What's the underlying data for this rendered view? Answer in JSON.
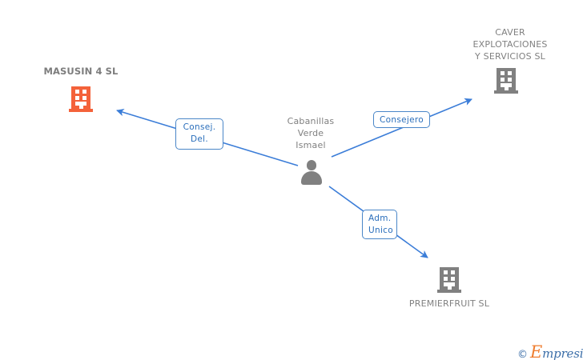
{
  "diagram": {
    "background_color": "#ffffff",
    "edge_color": "#3b7dd8",
    "company_icon_colors": {
      "highlight": "#f4623a",
      "normal": "#808080"
    },
    "person_icon_color": "#808080",
    "nodes": [
      {
        "id": "masusin",
        "type": "company",
        "label": "MASUSIN 4 SL",
        "icon": "building-icon",
        "color": "#f4623a",
        "emphasis": "bold"
      },
      {
        "id": "caver",
        "type": "company",
        "label": "CAVER\nEXPLOTACIONES\nY SERVICIOS SL",
        "icon": "building-icon",
        "color": "#808080",
        "emphasis": "normal"
      },
      {
        "id": "person",
        "type": "person",
        "label": "Cabanillas\nVerde\nIsmael",
        "icon": "person-icon",
        "color": "#808080",
        "emphasis": "normal"
      },
      {
        "id": "premierfruit",
        "type": "company",
        "label": "PREMIERFRUIT SL",
        "icon": "building-icon",
        "color": "#808080",
        "emphasis": "normal"
      }
    ],
    "edges": [
      {
        "id": "edge-consej-del",
        "from": "person",
        "to": "masusin",
        "label": "Consej.\nDel.",
        "align": "center"
      },
      {
        "id": "edge-consejero",
        "from": "person",
        "to": "caver",
        "label": "Consejero",
        "align": "center"
      },
      {
        "id": "edge-adm-unico",
        "from": "person",
        "to": "premierfruit",
        "label": "Adm.\nUnico",
        "align": "left"
      }
    ]
  },
  "watermark": {
    "copyright": "©",
    "brand_initial": "E",
    "brand_rest": "mpresia"
  }
}
